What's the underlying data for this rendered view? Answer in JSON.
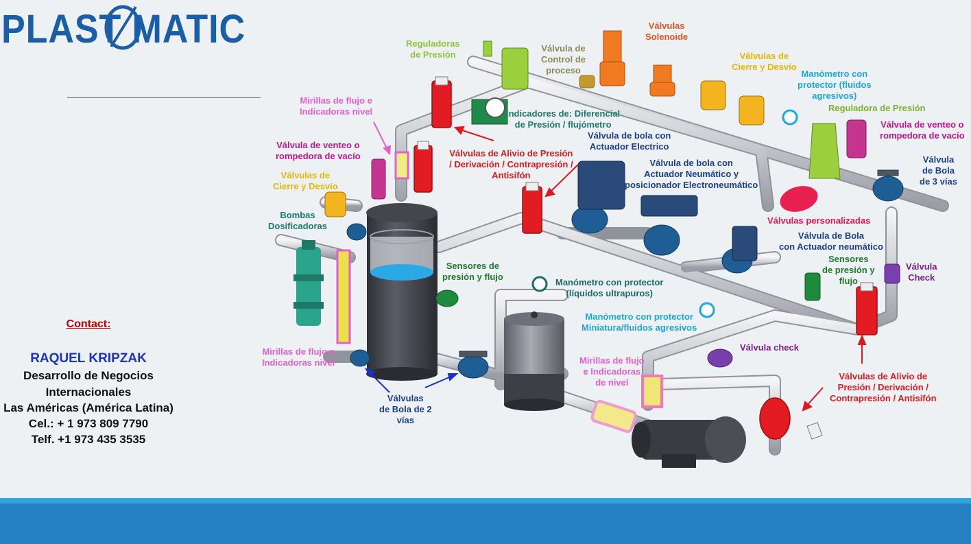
{
  "brand": {
    "name": "PLASTOMATIC",
    "color": "#1a5ea8"
  },
  "contact": {
    "heading": "Contact:",
    "name": "RAQUEL KRIPZAK",
    "lines": [
      "Desarrollo de Negocios",
      "Internacionales",
      "Las Américas (América Latina)",
      "Cel.: + 1 973 809 7790",
      "Telf. +1 973 435 3535"
    ]
  },
  "labels": [
    {
      "id": "reguladoras-presion",
      "text": "Reguladoras\nde Presión",
      "color": "#8dc63f"
    },
    {
      "id": "valvula-control-proceso",
      "text": "Válvula de\nControl de\nproceso",
      "color": "#8a8a5a"
    },
    {
      "id": "valvulas-solenoide",
      "text": "Válvulas\nSolenoide",
      "color": "#e8541f"
    },
    {
      "id": "valvulas-cierre-desvio-top",
      "text": "Válvulas de\nCierre y Desvío",
      "color": "#e6b800"
    },
    {
      "id": "manometro-protector-agresivos",
      "text": "Manómetro con\nprotector  (fluidos\nagresivos)",
      "color": "#1aa7e0"
    },
    {
      "id": "reguladora-presion",
      "text": "Reguladora de Presión",
      "color": "#7ab332"
    },
    {
      "id": "valvula-venteo-right",
      "text": "Válvula de venteo o\nrompedora de vacío",
      "color": "#c2168f"
    },
    {
      "id": "mirillas-flujo-top",
      "text": "Mirillas de flujo e\nIndicadoras   nivel",
      "color": "#e35fd0"
    },
    {
      "id": "indicadores-diferencial",
      "text": "Indicadores de: Diferencial\nde Presión / flujómetro",
      "color": "#1a7a6a"
    },
    {
      "id": "valvula-venteo-left",
      "text": "Válvula de venteo o\nrompedora de vacío",
      "color": "#c2168f"
    },
    {
      "id": "valvulas-alivio-top",
      "text": "Válvulas de Alivio de Presión\n/ Derivación / Contrapresión /\nAntisifón",
      "color": "#e0191f"
    },
    {
      "id": "valvula-bola-actuador-electrico",
      "text": "Válvula de bola con\nActuador Electrico",
      "color": "#1c3f8f"
    },
    {
      "id": "valvula-bola-actuador-neumatico",
      "text": "Válvula de bola con\nActuador Neumático y\nposicionador Electroneumático",
      "color": "#1c3f8f"
    },
    {
      "id": "valvulas-cierre-desvio-left",
      "text": "Válvulas de\nCierre y Desvío",
      "color": "#e6b800"
    },
    {
      "id": "valvula-bola-3-vias",
      "text": "Válvula\nde Bola\nde 3 vías",
      "color": "#1c3f8f"
    },
    {
      "id": "bombas-dosificadoras",
      "text": "Bombas\nDosificadoras",
      "color": "#1a7a6a"
    },
    {
      "id": "valvulas-personalizadas",
      "text": "Válvulas personalizadas",
      "color": "#e0194f"
    },
    {
      "id": "valvula-bola-actuador-neumatico-2",
      "text": "Válvula de Bola\ncon Actuador neumático",
      "color": "#1c3f8f"
    },
    {
      "id": "sensores-presion-flujo-center",
      "text": "Sensores  de\npresión y flujo",
      "color": "#1e7a2e"
    },
    {
      "id": "sensores-presion-flujo-right",
      "text": "Sensores\nde presión y\nflujo",
      "color": "#1e7a2e"
    },
    {
      "id": "valvula-check-right",
      "text": "Válvula\nCheck",
      "color": "#7a1f8f"
    },
    {
      "id": "manometro-ultrapuros",
      "text": "Manómetro con protector\n(líquidos ultrapuros)",
      "color": "#1a6a6a"
    },
    {
      "id": "manometro-miniatura",
      "text": "Manómetro con protector\nMiniatura/fluidos agresivos",
      "color": "#1aa7e0"
    },
    {
      "id": "valvula-check-bottom",
      "text": "Válvula check",
      "color": "#7a1f8f"
    },
    {
      "id": "mirillas-flujo-bottom-left",
      "text": "Mirillas de flujo e\nIndicadoras   nivel",
      "color": "#e35fd0"
    },
    {
      "id": "mirillas-flujo-bottom-center",
      "text": "Mirillas de flujo\ne Indicadoras\nde  nivel",
      "color": "#e35fd0"
    },
    {
      "id": "valvulas-bola-2-vias",
      "text": "Válvulas\nde Bola de 2\nvías",
      "color": "#1c3f8f"
    },
    {
      "id": "valvulas-alivio-bottom",
      "text": "Válvulas de Alivio de\nPresión / Derivación /\nContrapresión / Antisifón",
      "color": "#e0191f"
    }
  ]
}
